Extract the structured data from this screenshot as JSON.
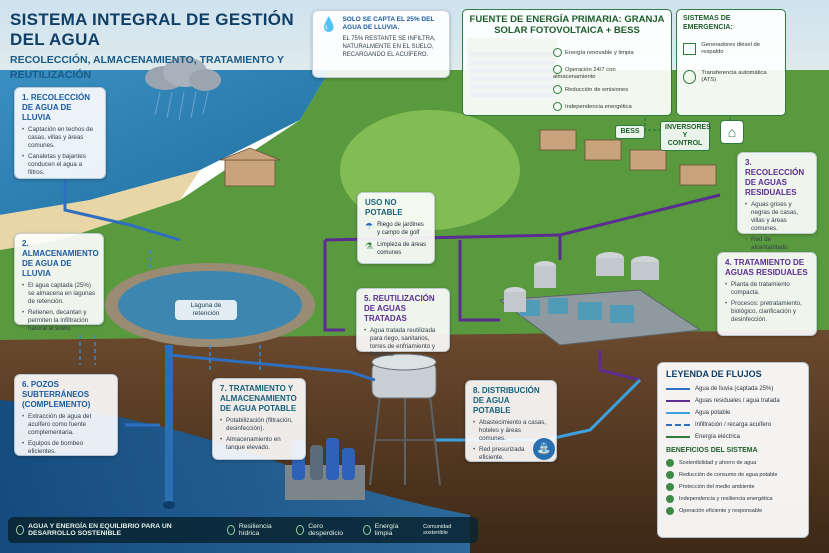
{
  "header": {
    "title": "SISTEMA INTEGRAL DE GESTIÓN DEL AGUA",
    "subtitle": "RECOLECCIÓN, ALMACENAMIENTO, TRATAMIENTO Y REUTILIZACIÓN"
  },
  "capture_note": {
    "heading": "SOLO SE CAPTA EL 25% DEL AGUA DE LLUVIA.",
    "body": "EL 75% RESTANTE SE INFILTRA, NATURALMENTE EN EL SUELO, RECARGANDO EL ACUÍFERO."
  },
  "energy": {
    "title": "FUENTE DE ENERGÍA PRIMARIA: GRANJA SOLAR FOTOVOLTAICA + BESS",
    "items": [
      "Energía renovable y limpia",
      "Operación 24/7 con almacenamiento",
      "Reducción de emisiones",
      "Independencia energética"
    ]
  },
  "emergency": {
    "title": "SISTEMAS DE EMERGENCIA:",
    "items": [
      "Generadores diésel de respaldo",
      "Transferencia automática (ATS)"
    ]
  },
  "tags": {
    "bess": "BESS",
    "inverters": "INVERSORES Y CONTROL"
  },
  "steps": [
    {
      "number": "1.",
      "title": "RECOLECCIÓN DE AGUA DE LLUVIA",
      "items": [
        "Captación en techos de casas, villas y áreas comunes.",
        "Canaletas y bajantes conducen el agua a filtros."
      ]
    },
    {
      "number": "2.",
      "title": "ALMACENAMIENTO DE AGUA DE LLUVIA",
      "items": [
        "El agua captada (25%) se almacena en lagunas de retención.",
        "Retienen, decantan y permiten la infiltración natural al suelo."
      ]
    },
    {
      "number": "3.",
      "title": "RECOLECCIÓN DE AGUAS RESIDUALES",
      "items": [
        "Aguas grises y negras de casas, villas y áreas comunes.",
        "Red de alcantarillado independiente."
      ]
    },
    {
      "number": "4.",
      "title": "TRATAMIENTO DE AGUAS RESIDUALES",
      "items": [
        "Planta de tratamiento compacta.",
        "Procesos: pretratamiento, biológico, clarificación y desinfección."
      ]
    },
    {
      "number": "5.",
      "title": "REUTILIZACIÓN DE AGUAS TRATADAS",
      "items": [
        "Agua tratada reutilizada para riego, sanitarios, torres de enfriamiento y limpieza."
      ]
    },
    {
      "number": "6.",
      "title": "POZOS SUBTERRÁNEOS (COMPLEMENTO)",
      "items": [
        "Extracción de agua del acuífero como fuente complementaria.",
        "Equipos de bombeo eficientes."
      ]
    },
    {
      "number": "7.",
      "title": "TRATAMIENTO Y ALMACENAMIENTO DE AGUA POTABLE",
      "items": [
        "Potabilización (filtración, desinfección).",
        "Almacenamiento en tanque elevado."
      ]
    },
    {
      "number": "8.",
      "title": "DISTRIBUCIÓN DE AGUA POTABLE",
      "items": [
        "Abastecimiento a casas, hoteles y áreas comunes.",
        "Red presurizada eficiente."
      ]
    }
  ],
  "non_potable": {
    "title": "USO NO POTABLE",
    "items": [
      "Riego de jardines y campo de golf",
      "Limpieza de áreas comunes"
    ]
  },
  "laguna_label": "Laguna de retención",
  "legend": {
    "title": "LEYENDA DE FLUJOS",
    "rows": [
      {
        "label": "Agua de lluvia (captada 25%)",
        "color": "#2f6fc0",
        "style": "solid"
      },
      {
        "label": "Aguas residuales / agua tratada",
        "color": "#5b2d91",
        "style": "solid"
      },
      {
        "label": "Agua potable",
        "color": "#3fa0e0",
        "style": "solid"
      },
      {
        "label": "Infiltración / recarga acuífero",
        "color": "#2f6fc0",
        "style": "dashed"
      },
      {
        "label": "Energía eléctrica",
        "color": "#2f7a3d",
        "style": "solid"
      }
    ],
    "benefits_title": "BENEFICIOS DEL SISTEMA",
    "benefits": [
      "Sostenibilidad y ahorro de agua",
      "Reducción de consumo de agua potable",
      "Protección del medio ambiente",
      "Independencia y resiliencia energética",
      "Operación eficiente y responsable"
    ]
  },
  "footer": {
    "main": "AGUA Y ENERGÍA EN EQUILIBRIO PARA UN DESARROLLO SOSTENIBLE",
    "items": [
      "Resiliencia hídrica",
      "Cero desperdicio",
      "Energía limpia",
      "Comunidad sostenible"
    ]
  },
  "colors": {
    "sea": "#2e86b8",
    "grass": "#4f8f3c",
    "soil": "#5a3b25",
    "aquifer": "#1d5d9a",
    "rain_pipe": "#2f6fc0",
    "waste_pipe": "#5b2d91",
    "potable_pipe": "#3fa0e0",
    "energy_line": "#2f7a3d"
  }
}
